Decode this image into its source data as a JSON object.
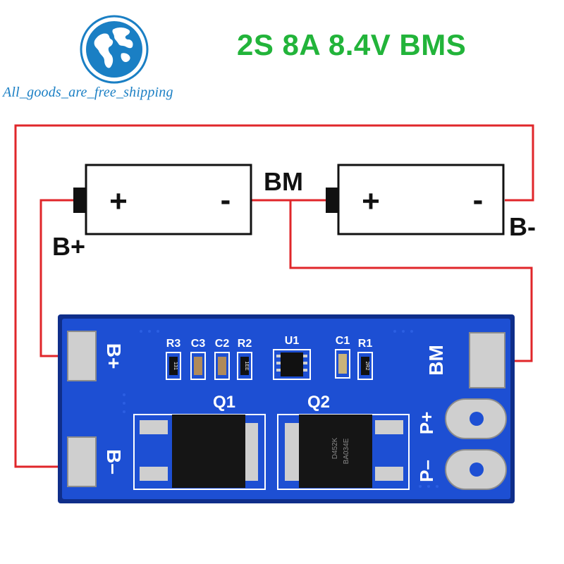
{
  "header": {
    "tagline": "All_goods_are_free_shipping",
    "title": "2S 8A 8.4V BMS",
    "logo_icon": "globe-icon",
    "title_color": "#22b43a",
    "tagline_color": "#1a7fc4"
  },
  "wiring": {
    "wire_color": "#e0262a",
    "labels": {
      "b_plus": "B+",
      "b_minus": "B-",
      "bm": "BM"
    }
  },
  "batteries": [
    {
      "name": "cell-1",
      "plus": "+",
      "minus": "-"
    },
    {
      "name": "cell-2",
      "plus": "+",
      "minus": "-"
    }
  ],
  "board": {
    "color": "#1d4fd3",
    "pad_labels": {
      "b_plus": "B+",
      "b_minus": "B–",
      "bm": "BM",
      "p_plus": "P+",
      "p_minus": "P–"
    },
    "components": {
      "r3": "R3",
      "c3": "C3",
      "c2": "C2",
      "r2": "R2",
      "u1": "U1",
      "c1": "C1",
      "r1": "R1",
      "q1": "Q1",
      "q2": "Q2"
    },
    "chip_markings": {
      "r3_code": "131",
      "r2_code": "1EE",
      "r1_code": "2R2",
      "q2_line1": "D452K",
      "q2_line2": "BA034E"
    }
  }
}
